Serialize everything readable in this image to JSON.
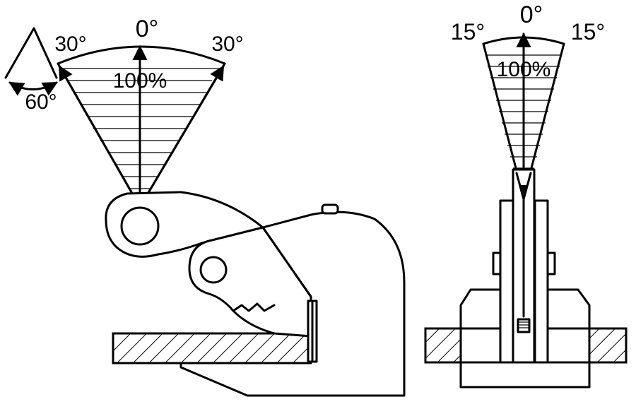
{
  "side_view": {
    "angle_center": "0°",
    "angle_left": "30°",
    "angle_right": "30°",
    "load_percent": "100%",
    "total_angle": "60°"
  },
  "front_view": {
    "angle_center": "0°",
    "angle_left": "15°",
    "angle_right": "15°",
    "load_percent": "100%"
  },
  "colors": {
    "line": "#000000",
    "background": "#ffffff"
  }
}
